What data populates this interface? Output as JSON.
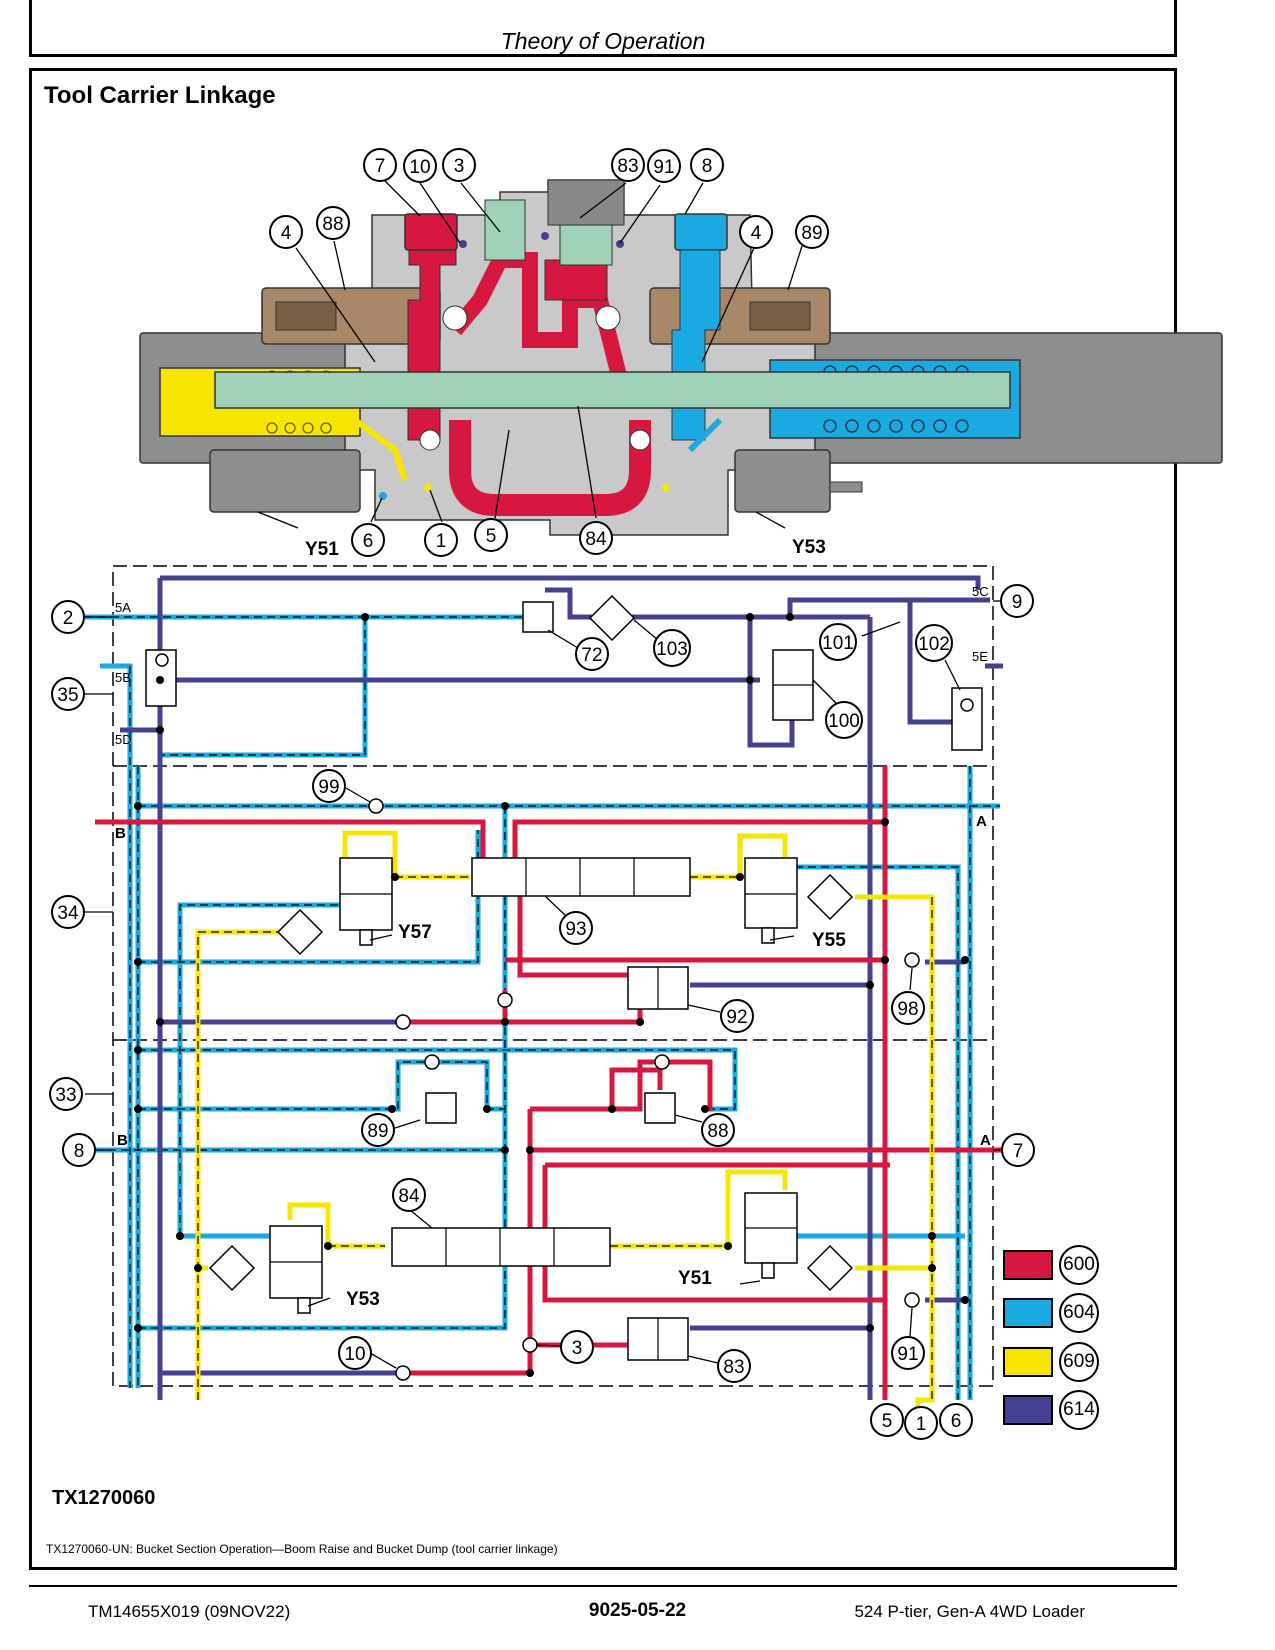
{
  "header": {
    "title": "Theory of Operation"
  },
  "figure": {
    "title": "Tool Carrier Linkage",
    "id": "TX1270060",
    "caption": "TX1270060-UN: Bucket Section Operation—Boom Raise and Bucket Dump (tool carrier linkage)"
  },
  "callouts_top": [
    "7",
    "10",
    "3",
    "83",
    "91",
    "8",
    "4",
    "88",
    "4",
    "89",
    "6",
    "1",
    "5",
    "84"
  ],
  "coil_labels": {
    "y51_top": "Y51",
    "y53_top": "Y53",
    "y57": "Y57",
    "y55": "Y55",
    "y53": "Y53",
    "y51": "Y51"
  },
  "port_labels": {
    "p5a": "5A",
    "p5b": "5B",
    "p5d": "5D",
    "p5c": "5C",
    "p5e": "5E",
    "b1": "B",
    "a1": "A",
    "b2": "B",
    "a2": "A"
  },
  "callouts_schematic": {
    "c2": "2",
    "c35": "35",
    "c34": "34",
    "c33": "33",
    "c8": "8",
    "c9": "9",
    "c72": "72",
    "c103": "103",
    "c101": "101",
    "c102": "102",
    "c100": "100",
    "c99": "99",
    "c93": "93",
    "c92": "92",
    "c98": "98",
    "c89": "89",
    "c88": "88",
    "c7": "7",
    "c84": "84",
    "c3": "3",
    "c83": "83",
    "c10": "10",
    "c91": "91",
    "c5": "5",
    "c1": "1",
    "c6": "6"
  },
  "legend": [
    {
      "color": "#d6173f",
      "label": "600"
    },
    {
      "color": "#1aa9e0",
      "label": "604"
    },
    {
      "color": "#f7e600",
      "label": "609"
    },
    {
      "color": "#45408f",
      "label": "614"
    }
  ],
  "footer": {
    "left": "TM14655X019 (09NOV22)",
    "center": "9025-05-22",
    "right": "524 P-tier, Gen-A 4WD Loader"
  }
}
